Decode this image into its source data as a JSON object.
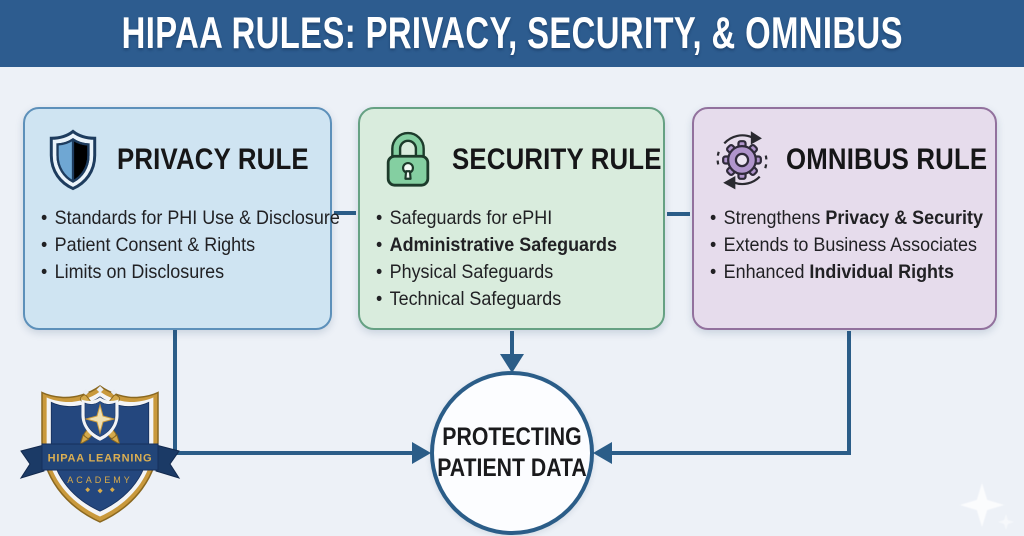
{
  "header": {
    "title": "HIPAA RULES: PRIVACY, SECURITY, & OMNIBUS"
  },
  "cards": {
    "privacy": {
      "title": "PRIVACY RULE",
      "icon": "shield-icon",
      "bullets": [
        [
          {
            "t": "Standards for PHI Use & Disclosure",
            "b": false
          }
        ],
        [
          {
            "t": "Patient Consent & Rights",
            "b": false
          }
        ],
        [
          {
            "t": "Limits on Disclosures",
            "b": false
          }
        ]
      ]
    },
    "security": {
      "title": "SECURITY RULE",
      "icon": "lock-icon",
      "bullets": [
        [
          {
            "t": "Safeguards for ePHI",
            "b": false
          }
        ],
        [
          {
            "t": "Administrative Safeguards",
            "b": true
          }
        ],
        [
          {
            "t": "Physical Safeguards",
            "b": false
          }
        ],
        [
          {
            "t": "Technical Safeguards",
            "b": false
          }
        ]
      ]
    },
    "omnibus": {
      "title": "OMNIBUS RULE",
      "icon": "gear-sync-icon",
      "bullets": [
        [
          {
            "t": "Strengthens ",
            "b": false
          },
          {
            "t": "Privacy & Security",
            "b": true
          }
        ],
        [
          {
            "t": "Extends to Business Associates",
            "b": false
          }
        ],
        [
          {
            "t": "Enhanced ",
            "b": false
          },
          {
            "t": "Individual Rights",
            "b": true
          }
        ]
      ]
    }
  },
  "center": {
    "line1": "PROTECTING",
    "line2": "PATIENT DATA"
  },
  "badge": {
    "line1": "HIPAA LEARNING",
    "line2": "ACADEMY"
  },
  "colors": {
    "header_bg": "#2d5c8f",
    "background": "#edf1f7",
    "connector": "#2b5d88",
    "privacy_bg": "#cfe4f2",
    "privacy_border": "#5d90ba",
    "privacy_icon": "#6fa7d3",
    "security_bg": "#d9ecdd",
    "security_border": "#66a183",
    "security_icon": "#84cfa1",
    "omnibus_bg": "#e6dcec",
    "omnibus_border": "#92719d",
    "omnibus_icon": "#b095cc",
    "circle_border": "#2b5d88",
    "circle_bg": "#fcfdff",
    "badge_gold": "#c9993c",
    "badge_navy": "#24477e",
    "text_dark": "#1c1c1e"
  }
}
